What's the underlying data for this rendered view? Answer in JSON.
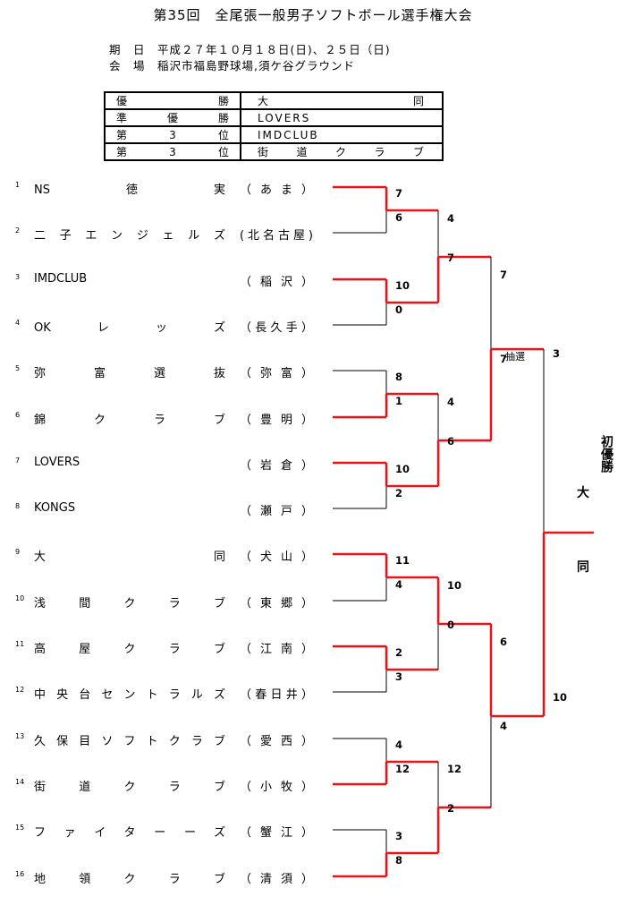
{
  "title": "第35回　全尾張一般男子ソフトボール選手権大会",
  "info": {
    "date_line": "期　日　平成２７年１０月１８日(日)、２５日（日)",
    "venue_line": "会　場　稲沢市福島野球場,須ケ谷グラウンド"
  },
  "results": [
    {
      "rank": "優勝",
      "team": "大同"
    },
    {
      "rank": "準優勝",
      "team": "LOVERS"
    },
    {
      "rank": "第3位",
      "team": "IMDCLUB"
    },
    {
      "rank": "第3位",
      "team": "街道クラブ"
    }
  ],
  "teams": [
    {
      "no": "1",
      "name": "NS徳実",
      "area": "（あま）"
    },
    {
      "no": "2",
      "name": "二子エンジェルズ",
      "area": "(北名古屋)"
    },
    {
      "no": "3",
      "name": "IMDCLUB",
      "area": "（稲沢）"
    },
    {
      "no": "4",
      "name": "OKレッズ",
      "area": "（長久手）"
    },
    {
      "no": "5",
      "name": "弥富選抜",
      "area": "（弥富）"
    },
    {
      "no": "6",
      "name": "錦クラブ",
      "area": "（豊明）"
    },
    {
      "no": "7",
      "name": "LOVERS",
      "area": "（岩倉）"
    },
    {
      "no": "8",
      "name": "KONGS",
      "area": "（瀬戸）"
    },
    {
      "no": "9",
      "name": "大　　　　　同",
      "area": "（犬山）"
    },
    {
      "no": "10",
      "name": "浅間クラブ",
      "area": "（東郷）"
    },
    {
      "no": "11",
      "name": "高屋クラブ",
      "area": "（江南）"
    },
    {
      "no": "12",
      "name": "中央台セントラルズ",
      "area": "（春日井）"
    },
    {
      "no": "13",
      "name": "久保目ソフトクラブ",
      "area": "（愛西）"
    },
    {
      "no": "14",
      "name": "街道クラブ",
      "area": "（小牧）"
    },
    {
      "no": "15",
      "name": "ファイターーズ",
      "area": "（蟹江）"
    },
    {
      "no": "16",
      "name": "地領クラブ",
      "area": "（清須）"
    }
  ],
  "scores": {
    "r1": [
      "7",
      "6",
      "10",
      "0",
      "8",
      "1",
      "10",
      "2",
      "11",
      "4",
      "2",
      "3",
      "4",
      "12",
      "3",
      "8"
    ],
    "r2": [
      "4",
      "7",
      "4",
      "6",
      "10",
      "0",
      "12",
      "2"
    ],
    "r3": [
      "7",
      "7",
      "6",
      "4"
    ],
    "final": [
      "3",
      "10"
    ]
  },
  "lottery_note": "抽選",
  "champion_label": "初優勝",
  "champion_name": [
    "大",
    "同"
  ],
  "colors": {
    "winner_line": "#e8141a",
    "line": "#000000"
  }
}
